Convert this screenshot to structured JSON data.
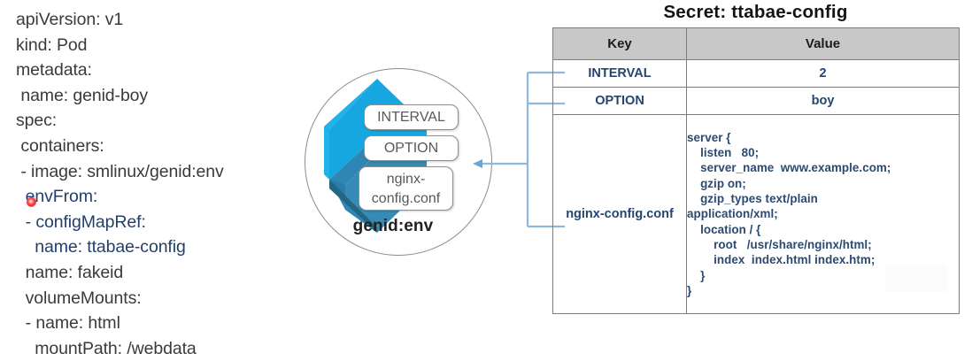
{
  "yaml": {
    "lines": [
      {
        "text": "apiVersion: v1",
        "highlight": false
      },
      {
        "text": "kind: Pod",
        "highlight": false
      },
      {
        "text": "metadata:",
        "highlight": false
      },
      {
        "text": " name: genid-boy",
        "highlight": false
      },
      {
        "text": "spec:",
        "highlight": false
      },
      {
        "text": " containers:",
        "highlight": false
      },
      {
        "text": " - image: smlinux/genid:env",
        "highlight": false
      },
      {
        "text": "  envFrom:",
        "highlight": true
      },
      {
        "text": "  - configMapRef:",
        "highlight": true
      },
      {
        "text": "    name: ttabae-config",
        "highlight": true
      },
      {
        "text": "  name: fakeid",
        "highlight": false
      },
      {
        "text": "  volumeMounts:",
        "highlight": false
      },
      {
        "text": "  - name: html",
        "highlight": false
      },
      {
        "text": "    mountPath: /webdata",
        "highlight": false
      }
    ],
    "marker": "red-dot-annotation"
  },
  "diagram": {
    "caption": "genid:env",
    "chips": [
      {
        "label": "INTERVAL"
      },
      {
        "label": "OPTION"
      },
      {
        "label": "nginx-\nconfig.conf"
      }
    ],
    "icon_name": "container-cube-icon",
    "colors": {
      "cube_light": "#16a7e0",
      "cube_mid": "#0f8fc8",
      "cube_dark": "#2b7ba6",
      "connector": "#8fb8de"
    }
  },
  "secret": {
    "title": "Secret: ttabae-config",
    "columns": [
      "Key",
      "Value"
    ],
    "rows": [
      {
        "key": "INTERVAL",
        "value": "2"
      },
      {
        "key": "OPTION",
        "value": "boy"
      }
    ],
    "config_row": {
      "key": "nginx-config.conf",
      "value": "server {\n    listen   80;\n    server_name  www.example.com;\n    gzip on;\n    gzip_types text/plain\napplication/xml;\n    location / {\n        root   /usr/share/nginx/html;\n        index  index.html index.htm;\n    }\n}"
    }
  }
}
